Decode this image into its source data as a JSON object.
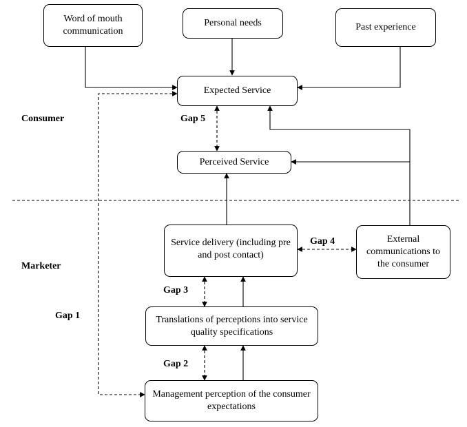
{
  "diagram": {
    "sources": {
      "word_of_mouth": "Word of mouth communication",
      "personal_needs": "Personal needs",
      "past_experience": "Past experience"
    },
    "expected_service": "Expected Service",
    "perceived_service": "Perceived Service",
    "service_delivery": "Service delivery (including pre and post contact)",
    "external_communications": "External communications to the consumer",
    "translations": "Translations of perceptions into service quality specifications",
    "management_perception": "Management perception of the consumer expectations",
    "sections": {
      "consumer": "Consumer",
      "marketer": "Marketer"
    },
    "gaps": {
      "gap1": "Gap 1",
      "gap2": "Gap 2",
      "gap3": "Gap 3",
      "gap4": "Gap 4",
      "gap5": "Gap 5"
    }
  }
}
